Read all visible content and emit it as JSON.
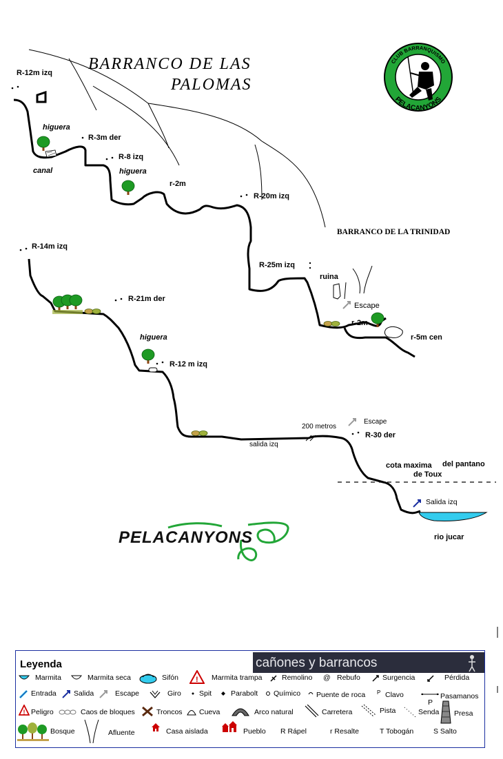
{
  "map": {
    "title_line1": "BARRANCO DE LAS",
    "title_line2": "PALOMAS",
    "trinidad_label": "BARRANCO DE LA TRINIDAD",
    "club_logo": {
      "top_text": "CLUB BARRANQUISMO",
      "bottom_text": "PELACANYONS",
      "color": "#22a637"
    },
    "brand_signature": "PELACANYONS",
    "labels": {
      "r12_izq": "R-12m izq",
      "higuera_1": "higuera",
      "r3_der": "R-3m der",
      "canal": "canal",
      "r8_izq": "R-8 izq",
      "higuera_2": "higuera",
      "r2_a": "r-2m",
      "r20_izq": "R-20m izq",
      "r25_izq": "R-25m izq",
      "ruina": "ruina",
      "escape_1": "Escape",
      "r2_b": "r-2m",
      "r5_cen": "r-5m cen",
      "r14_izq": "R-14m izq",
      "r21_der": "R-21m der",
      "higuera_3": "higuera",
      "r12_izq_b": "R-12 m izq",
      "metros_200": "200 metros",
      "escape_2": "Escape",
      "r30_der": "R-30 der",
      "salida_izq_1": "salida izq",
      "cota_maxima": "cota maxima",
      "del_pantano": "del pantano",
      "de_toux": "de Toux",
      "salida_izq_2": "Salida  izq",
      "rio_jucar": "rio jucar"
    },
    "colors": {
      "route": "#000000",
      "tree_crown": "#1e9a24",
      "trunk": "#8b4513",
      "water": "#33ccee",
      "exit_arrow": "#1a2ea0",
      "escape_arrow": "#999999"
    }
  },
  "legend": {
    "title": "Leyenda",
    "banner": "cañones y barrancos",
    "items": {
      "marmita": "Marmita",
      "marmita_seca": "Marmita seca",
      "sifon": "Sifón",
      "marmita_trampa": "Marmita trampa",
      "remolino": "Remolino",
      "rebufo": "Rebufo",
      "surgencia": "Surgencia",
      "perdida": "Pérdida",
      "entrada": "Entrada",
      "salida": "Salida",
      "escape": "Escape",
      "giro": "Giro",
      "spit": "Spit",
      "parabolt": "Parabolt",
      "quimico": "Químico",
      "puente_roca": "Puente de roca",
      "clavo": "Clavo",
      "pasamanos": "Pasamanos",
      "peligro": "Peligro",
      "caos_bloques": "Caos de bloques",
      "troncos": "Troncos",
      "cueva": "Cueva",
      "arco_natural": "Arco natural",
      "carretera": "Carretera",
      "pista": "Pista",
      "senda": "Senda",
      "presa": "Presa",
      "bosque": "Bosque",
      "afluente": "Afluente",
      "casa_aislada": "Casa aislada",
      "pueblo": "Pueblo",
      "r_rapel": "R Rápel",
      "r_resalte": "r Resalte",
      "t_tobogan": "T Tobogán",
      "s_salto": "S Salto",
      "rebufo_symbol": "@",
      "pasamanos_symbol": "P",
      "clavo_symbol": "P"
    }
  }
}
